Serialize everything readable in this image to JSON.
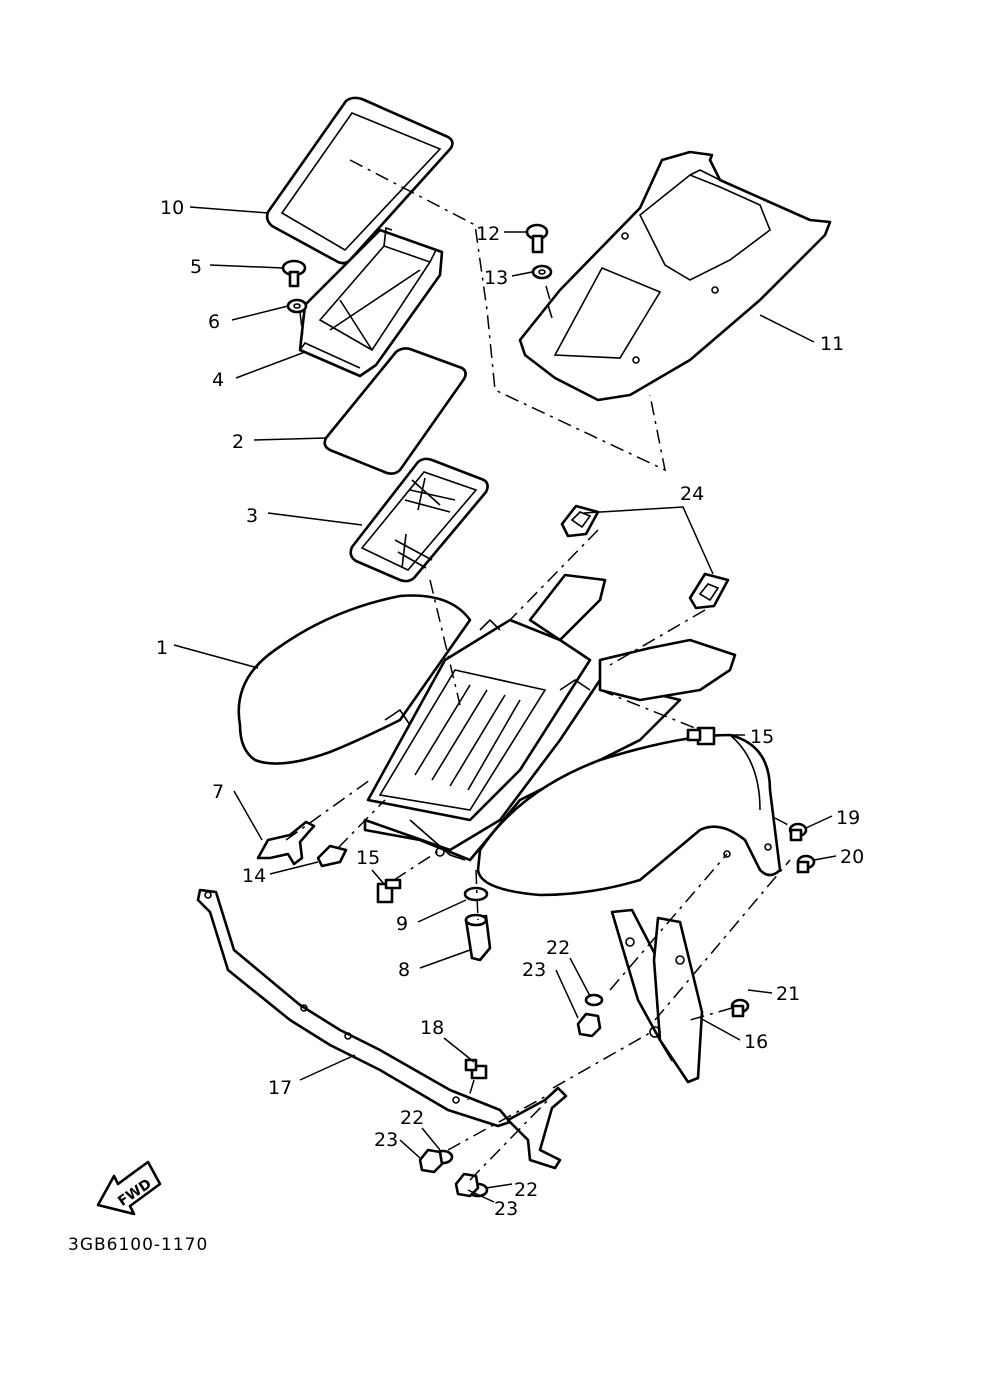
{
  "diagram": {
    "drawing_code": "3GB6100-1170",
    "direction_label": "FWD",
    "callouts": {
      "c1": "1",
      "c2": "2",
      "c3": "3",
      "c4": "4",
      "c5": "5",
      "c6": "6",
      "c7": "7",
      "c8": "8",
      "c9": "9",
      "c10": "10",
      "c11": "11",
      "c12": "12",
      "c13": "13",
      "c14": "14",
      "c15a": "15",
      "c15b": "15",
      "c16": "16",
      "c17": "17",
      "c18": "18",
      "c19": "19",
      "c20": "20",
      "c21": "21",
      "c22a": "22",
      "c22b": "22",
      "c22c": "22",
      "c23a": "23",
      "c23b": "23",
      "c23c": "23",
      "c24": "24"
    }
  }
}
